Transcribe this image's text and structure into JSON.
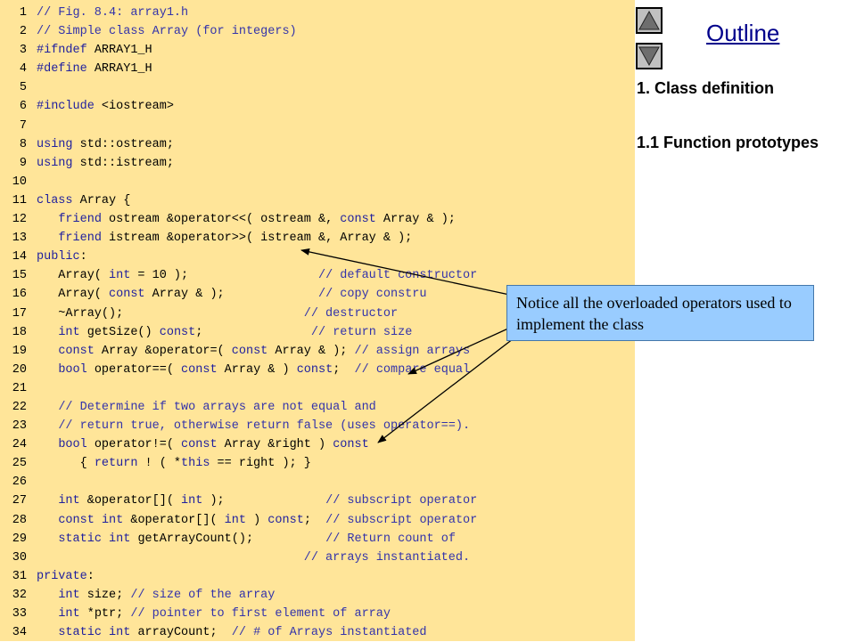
{
  "outline": {
    "title": "Outline",
    "items": [
      "1. Class definition",
      "1.1 Function prototypes"
    ]
  },
  "nav": {
    "up_icon": "triangle-up-icon",
    "down_icon": "triangle-down-icon"
  },
  "callout": {
    "text": "Notice all the overloaded operators used to implement the class"
  },
  "code": {
    "lines": [
      {
        "n": "1",
        "tokens": [
          {
            "t": "// Fig. 8.4: array1.h",
            "k": "cm"
          }
        ]
      },
      {
        "n": "2",
        "tokens": [
          {
            "t": "// Simple class Array (for integers)",
            "k": "cm"
          }
        ]
      },
      {
        "n": "3",
        "tokens": [
          {
            "t": "#ifndef",
            "k": "kw"
          },
          {
            "t": " ARRAY1_H",
            "k": "tx"
          }
        ]
      },
      {
        "n": "4",
        "tokens": [
          {
            "t": "#define",
            "k": "kw"
          },
          {
            "t": " ARRAY1_H",
            "k": "tx"
          }
        ]
      },
      {
        "n": "5",
        "tokens": []
      },
      {
        "n": "6",
        "tokens": [
          {
            "t": "#include",
            "k": "kw"
          },
          {
            "t": " <iostream>",
            "k": "tx"
          }
        ]
      },
      {
        "n": "7",
        "tokens": []
      },
      {
        "n": "8",
        "tokens": [
          {
            "t": "using",
            "k": "kw"
          },
          {
            "t": " std::ostream;",
            "k": "tx"
          }
        ]
      },
      {
        "n": "9",
        "tokens": [
          {
            "t": "using",
            "k": "kw"
          },
          {
            "t": " std::istream;",
            "k": "tx"
          }
        ]
      },
      {
        "n": "10",
        "tokens": []
      },
      {
        "n": "11",
        "tokens": [
          {
            "t": "class",
            "k": "kw"
          },
          {
            "t": " Array {",
            "k": "tx"
          }
        ]
      },
      {
        "n": "12",
        "tokens": [
          {
            "t": "   ",
            "k": "tx"
          },
          {
            "t": "friend",
            "k": "kw"
          },
          {
            "t": " ostream &operator<<( ostream &, ",
            "k": "tx"
          },
          {
            "t": "const",
            "k": "kw"
          },
          {
            "t": " Array & );",
            "k": "tx"
          }
        ]
      },
      {
        "n": "13",
        "tokens": [
          {
            "t": "   ",
            "k": "tx"
          },
          {
            "t": "friend",
            "k": "kw"
          },
          {
            "t": " istream &operator>>( istream &, Array & );",
            "k": "tx"
          }
        ]
      },
      {
        "n": "14",
        "tokens": [
          {
            "t": "public",
            "k": "kw"
          },
          {
            "t": ":",
            "k": "tx"
          }
        ]
      },
      {
        "n": "15",
        "tokens": [
          {
            "t": "   Array( ",
            "k": "tx"
          },
          {
            "t": "int",
            "k": "kw"
          },
          {
            "t": " = 10 );                  ",
            "k": "tx"
          },
          {
            "t": "// default constructor",
            "k": "cm"
          }
        ]
      },
      {
        "n": "16",
        "tokens": [
          {
            "t": "   Array( ",
            "k": "tx"
          },
          {
            "t": "const",
            "k": "kw"
          },
          {
            "t": " Array & );             ",
            "k": "tx"
          },
          {
            "t": "// copy constru",
            "k": "cm"
          }
        ]
      },
      {
        "n": "17",
        "tokens": [
          {
            "t": "   ~Array();                         ",
            "k": "tx"
          },
          {
            "t": "// destructor",
            "k": "cm"
          }
        ]
      },
      {
        "n": "18",
        "tokens": [
          {
            "t": "   ",
            "k": "tx"
          },
          {
            "t": "int",
            "k": "kw"
          },
          {
            "t": " getSize() ",
            "k": "tx"
          },
          {
            "t": "const",
            "k": "kw"
          },
          {
            "t": ";               ",
            "k": "tx"
          },
          {
            "t": "// return size",
            "k": "cm"
          }
        ]
      },
      {
        "n": "19",
        "tokens": [
          {
            "t": "   ",
            "k": "tx"
          },
          {
            "t": "const",
            "k": "kw"
          },
          {
            "t": " Array &operator=( ",
            "k": "tx"
          },
          {
            "t": "const",
            "k": "kw"
          },
          {
            "t": " Array & ); ",
            "k": "tx"
          },
          {
            "t": "// assign arrays",
            "k": "cm"
          }
        ]
      },
      {
        "n": "20",
        "tokens": [
          {
            "t": "   ",
            "k": "tx"
          },
          {
            "t": "bool",
            "k": "kw"
          },
          {
            "t": " operator==( ",
            "k": "tx"
          },
          {
            "t": "const",
            "k": "kw"
          },
          {
            "t": " Array & ) ",
            "k": "tx"
          },
          {
            "t": "const",
            "k": "kw"
          },
          {
            "t": ";  ",
            "k": "tx"
          },
          {
            "t": "// compare equal",
            "k": "cm"
          }
        ]
      },
      {
        "n": "21",
        "tokens": []
      },
      {
        "n": "22",
        "tokens": [
          {
            "t": "   ",
            "k": "tx"
          },
          {
            "t": "// Determine if two arrays are not equal and",
            "k": "cm"
          }
        ]
      },
      {
        "n": "23",
        "tokens": [
          {
            "t": "   ",
            "k": "tx"
          },
          {
            "t": "// return true, otherwise return false (uses operator==).",
            "k": "cm"
          }
        ]
      },
      {
        "n": "24",
        "tokens": [
          {
            "t": "   ",
            "k": "tx"
          },
          {
            "t": "bool",
            "k": "kw"
          },
          {
            "t": " operator!=( ",
            "k": "tx"
          },
          {
            "t": "const",
            "k": "kw"
          },
          {
            "t": " Array &right ) ",
            "k": "tx"
          },
          {
            "t": "const",
            "k": "kw"
          }
        ]
      },
      {
        "n": "25",
        "tokens": [
          {
            "t": "      { ",
            "k": "tx"
          },
          {
            "t": "return",
            "k": "kw"
          },
          {
            "t": " ! ( *",
            "k": "tx"
          },
          {
            "t": "this",
            "k": "kw"
          },
          {
            "t": " == right ); }",
            "k": "tx"
          }
        ]
      },
      {
        "n": "26",
        "tokens": []
      },
      {
        "n": "27",
        "tokens": [
          {
            "t": "   ",
            "k": "tx"
          },
          {
            "t": "int",
            "k": "kw"
          },
          {
            "t": " &operator[]( ",
            "k": "tx"
          },
          {
            "t": "int",
            "k": "kw"
          },
          {
            "t": " );              ",
            "k": "tx"
          },
          {
            "t": "// subscript operator",
            "k": "cm"
          }
        ]
      },
      {
        "n": "28",
        "tokens": [
          {
            "t": "   ",
            "k": "tx"
          },
          {
            "t": "const",
            "k": "kw"
          },
          {
            "t": " ",
            "k": "tx"
          },
          {
            "t": "int",
            "k": "kw"
          },
          {
            "t": " &operator[]( ",
            "k": "tx"
          },
          {
            "t": "int",
            "k": "kw"
          },
          {
            "t": " ) ",
            "k": "tx"
          },
          {
            "t": "const",
            "k": "kw"
          },
          {
            "t": ";  ",
            "k": "tx"
          },
          {
            "t": "// subscript operator",
            "k": "cm"
          }
        ]
      },
      {
        "n": "29",
        "tokens": [
          {
            "t": "   ",
            "k": "tx"
          },
          {
            "t": "static",
            "k": "kw"
          },
          {
            "t": " ",
            "k": "tx"
          },
          {
            "t": "int",
            "k": "kw"
          },
          {
            "t": " getArrayCount();          ",
            "k": "tx"
          },
          {
            "t": "// Return count of",
            "k": "cm"
          }
        ]
      },
      {
        "n": "30",
        "tokens": [
          {
            "t": "                                     ",
            "k": "tx"
          },
          {
            "t": "// arrays instantiated.",
            "k": "cm"
          }
        ]
      },
      {
        "n": "31",
        "tokens": [
          {
            "t": "private",
            "k": "kw"
          },
          {
            "t": ":",
            "k": "tx"
          }
        ]
      },
      {
        "n": "32",
        "tokens": [
          {
            "t": "   ",
            "k": "tx"
          },
          {
            "t": "int",
            "k": "kw"
          },
          {
            "t": " size; ",
            "k": "tx"
          },
          {
            "t": "// size of the array",
            "k": "cm"
          }
        ]
      },
      {
        "n": "33",
        "tokens": [
          {
            "t": "   ",
            "k": "tx"
          },
          {
            "t": "int",
            "k": "kw"
          },
          {
            "t": " *ptr; ",
            "k": "tx"
          },
          {
            "t": "// pointer to first element of array",
            "k": "cm"
          }
        ]
      },
      {
        "n": "34",
        "tokens": [
          {
            "t": "   ",
            "k": "tx"
          },
          {
            "t": "static",
            "k": "kw"
          },
          {
            "t": " ",
            "k": "tx"
          },
          {
            "t": "int",
            "k": "kw"
          },
          {
            "t": " arrayCount;  ",
            "k": "tx"
          },
          {
            "t": "// # of Arrays instantiated",
            "k": "cm"
          }
        ]
      }
    ]
  }
}
